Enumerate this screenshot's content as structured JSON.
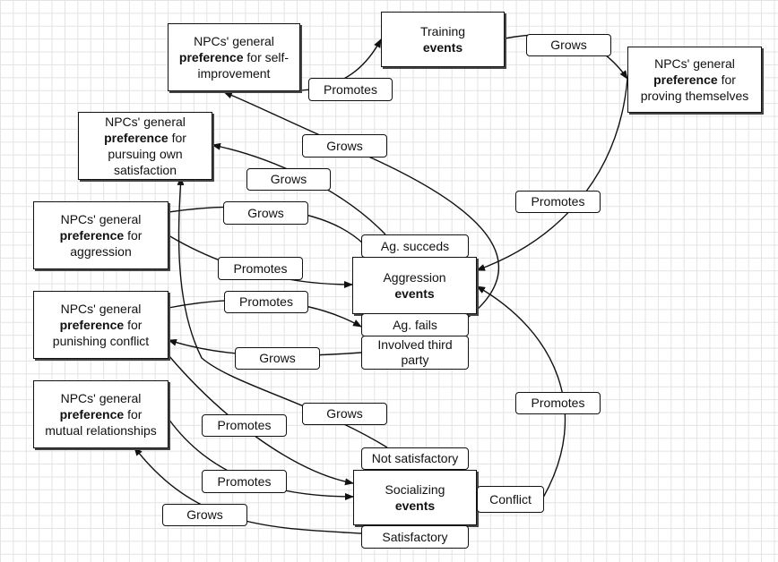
{
  "nodes": {
    "self_improvement": {
      "pre": "NPCs' general",
      "bold": "preference",
      "post": "for self-improvement"
    },
    "training": {
      "pre": "Training",
      "bold": "events",
      "post": ""
    },
    "proving": {
      "pre": "NPCs' general",
      "bold": "preference",
      "post": "for proving themselves"
    },
    "satisfaction": {
      "pre": "NPCs' general",
      "bold": "preference",
      "post": "for pursuing own satisfaction"
    },
    "aggression_pref": {
      "pre": "NPCs' general",
      "bold": "preference",
      "post": "for aggression"
    },
    "aggression_events": {
      "pre": "Aggression",
      "bold": "events",
      "post": ""
    },
    "punishing": {
      "pre": "NPCs' general",
      "bold": "preference",
      "post": "for punishing conflict"
    },
    "mutual": {
      "pre": "NPCs' general",
      "bold": "preference",
      "post": "for mutual relationships"
    },
    "socializing": {
      "pre": "Socializing",
      "bold": "events",
      "post": ""
    }
  },
  "labels": {
    "grows_training_proving": "Grows",
    "promotes_self_training": "Promotes",
    "grows_self": "Grows",
    "grows_satisfaction": "Grows",
    "grows_aggression_pref": "Grows",
    "promotes_aggression": "Promotes",
    "promotes_proving_aggression": "Promotes",
    "ag_succeeds": "Ag. succeds",
    "promotes_punishing": "Promotes",
    "ag_fails": "Ag. fails",
    "involved_third_party": "Involved third party",
    "grows_punishing": "Grows",
    "grows_not_satisfactory": "Grows",
    "promotes_punishing_socializing": "Promotes",
    "not_satisfactory": "Not satisfactory",
    "promotes_mutual_socializing": "Promotes",
    "conflict": "Conflict",
    "promotes_conflict_aggression": "Promotes",
    "grows_mutual": "Grows",
    "satisfactory": "Satisfactory"
  }
}
